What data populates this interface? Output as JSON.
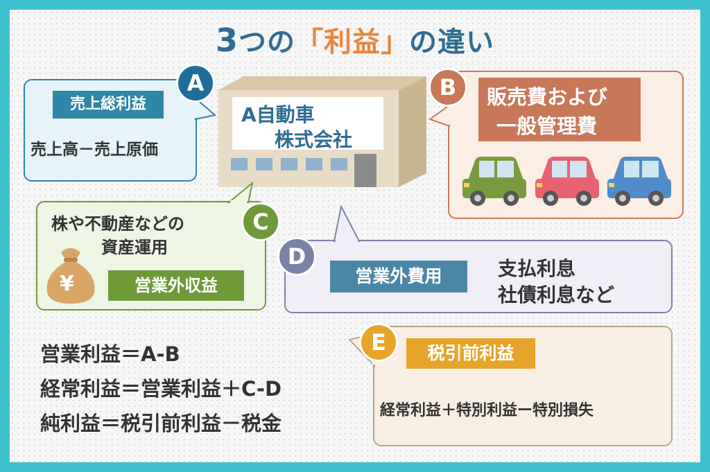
{
  "title": {
    "prefix": "3",
    "mid": "つの",
    "highlight": "「利益」",
    "suffix": "の違い"
  },
  "colors": {
    "frame": "#3fc0cf",
    "a": "#2f86a6",
    "b": "#c97859",
    "c": "#6e9a3a",
    "d": "#7a82a8",
    "e": "#e6a52a"
  },
  "building": {
    "sign_line1": "A自動車",
    "sign_line2": "株式会社"
  },
  "a": {
    "badge": "A",
    "tag": "売上総利益",
    "formula": "売上高－売上原価"
  },
  "b": {
    "badge": "B",
    "line1": "販売費および",
    "line2": "一般管理費"
  },
  "c": {
    "badge": "C",
    "line1": "株や不動産などの",
    "line2": "資産運用",
    "tag": "営業外収益",
    "icon_text": "¥"
  },
  "d": {
    "badge": "D",
    "tag": "営業外費用",
    "line1": "支払利息",
    "line2": "社債利息など"
  },
  "e": {
    "badge": "E",
    "tag": "税引前利益",
    "formula": "経常利益＋特別利益ー特別損失"
  },
  "formulas": [
    "営業利益＝A-B",
    "経常利益＝営業利益＋C-D",
    "純利益＝税引前利益－税金"
  ]
}
